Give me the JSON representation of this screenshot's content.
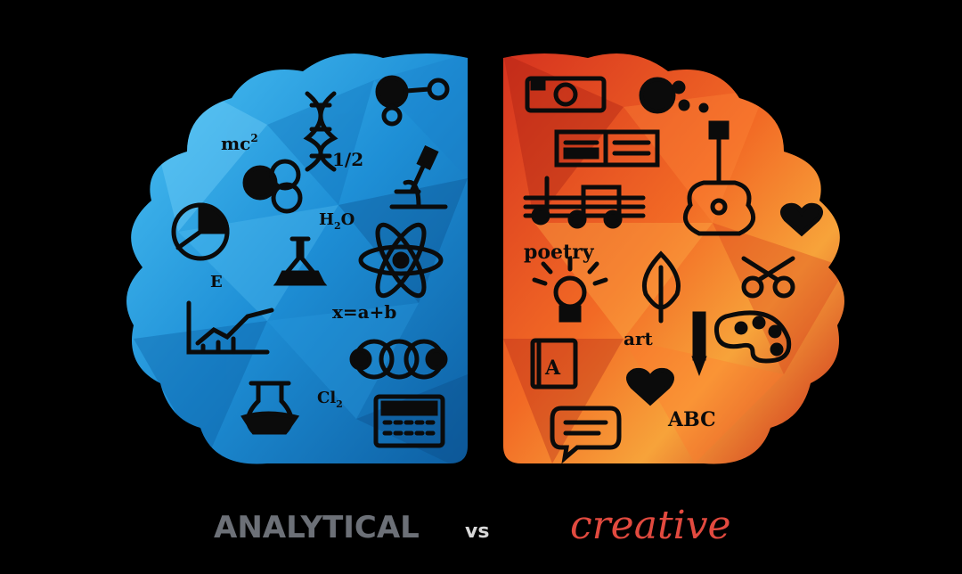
{
  "left_labels": {
    "mc2": "mc",
    "mc2_sup": "2",
    "half": "1/2",
    "h2o_h": "H",
    "h2o_sub": "2",
    "h2o_o": "O",
    "e": "E",
    "formula": "x=a+b",
    "cl": "Cl",
    "cl_sub": "2"
  },
  "right_labels": {
    "poetry": "poetry",
    "art": "art",
    "book_letter": "A",
    "abc": "ABC"
  },
  "captions": {
    "left": "ANALYTICAL",
    "vs": "vs",
    "right": "creative"
  },
  "colors": {
    "background": "#000000",
    "left_hemisphere": "#2fa7e6",
    "right_hemisphere": "#f0612b",
    "left_caption": "#6c7077",
    "right_caption": "#e24a3f"
  }
}
